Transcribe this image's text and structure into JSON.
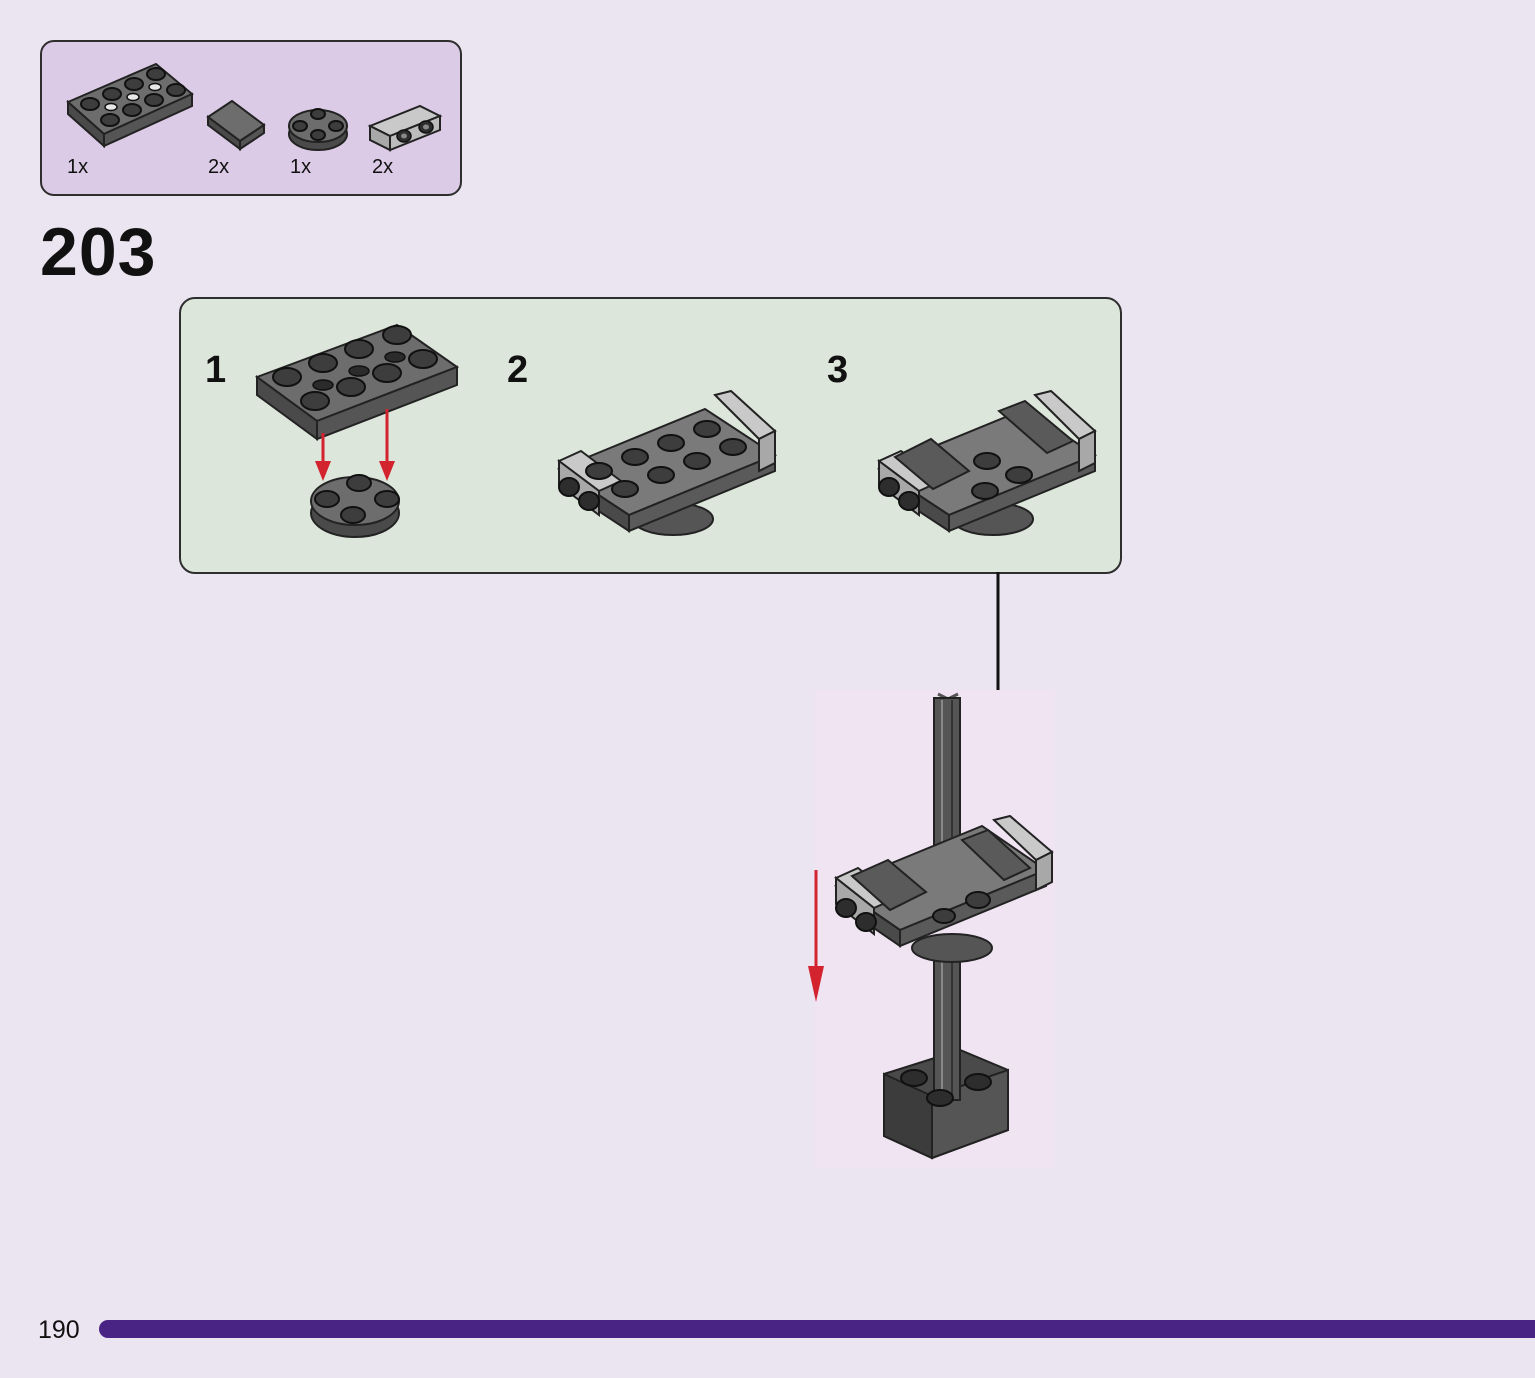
{
  "parts": [
    {
      "qty": "1x",
      "icon": "plate-2x4-holes-icon"
    },
    {
      "qty": "2x",
      "icon": "slope-icon"
    },
    {
      "qty": "1x",
      "icon": "round-plate-icon"
    },
    {
      "qty": "2x",
      "icon": "bracket-icon"
    }
  ],
  "step_number": "203",
  "substeps": [
    "1",
    "2",
    "3"
  ],
  "page_number": "190",
  "colors": {
    "background": "#ebe4f1",
    "parts_box": "#dccbe6",
    "substep_box": "#dde6db",
    "brick_dark": "#4a4a4a",
    "brick_mid": "#6d6d6d",
    "brick_light": "#b9b9b9",
    "arrow_red": "#d3232e",
    "progress": "#4a2485"
  }
}
